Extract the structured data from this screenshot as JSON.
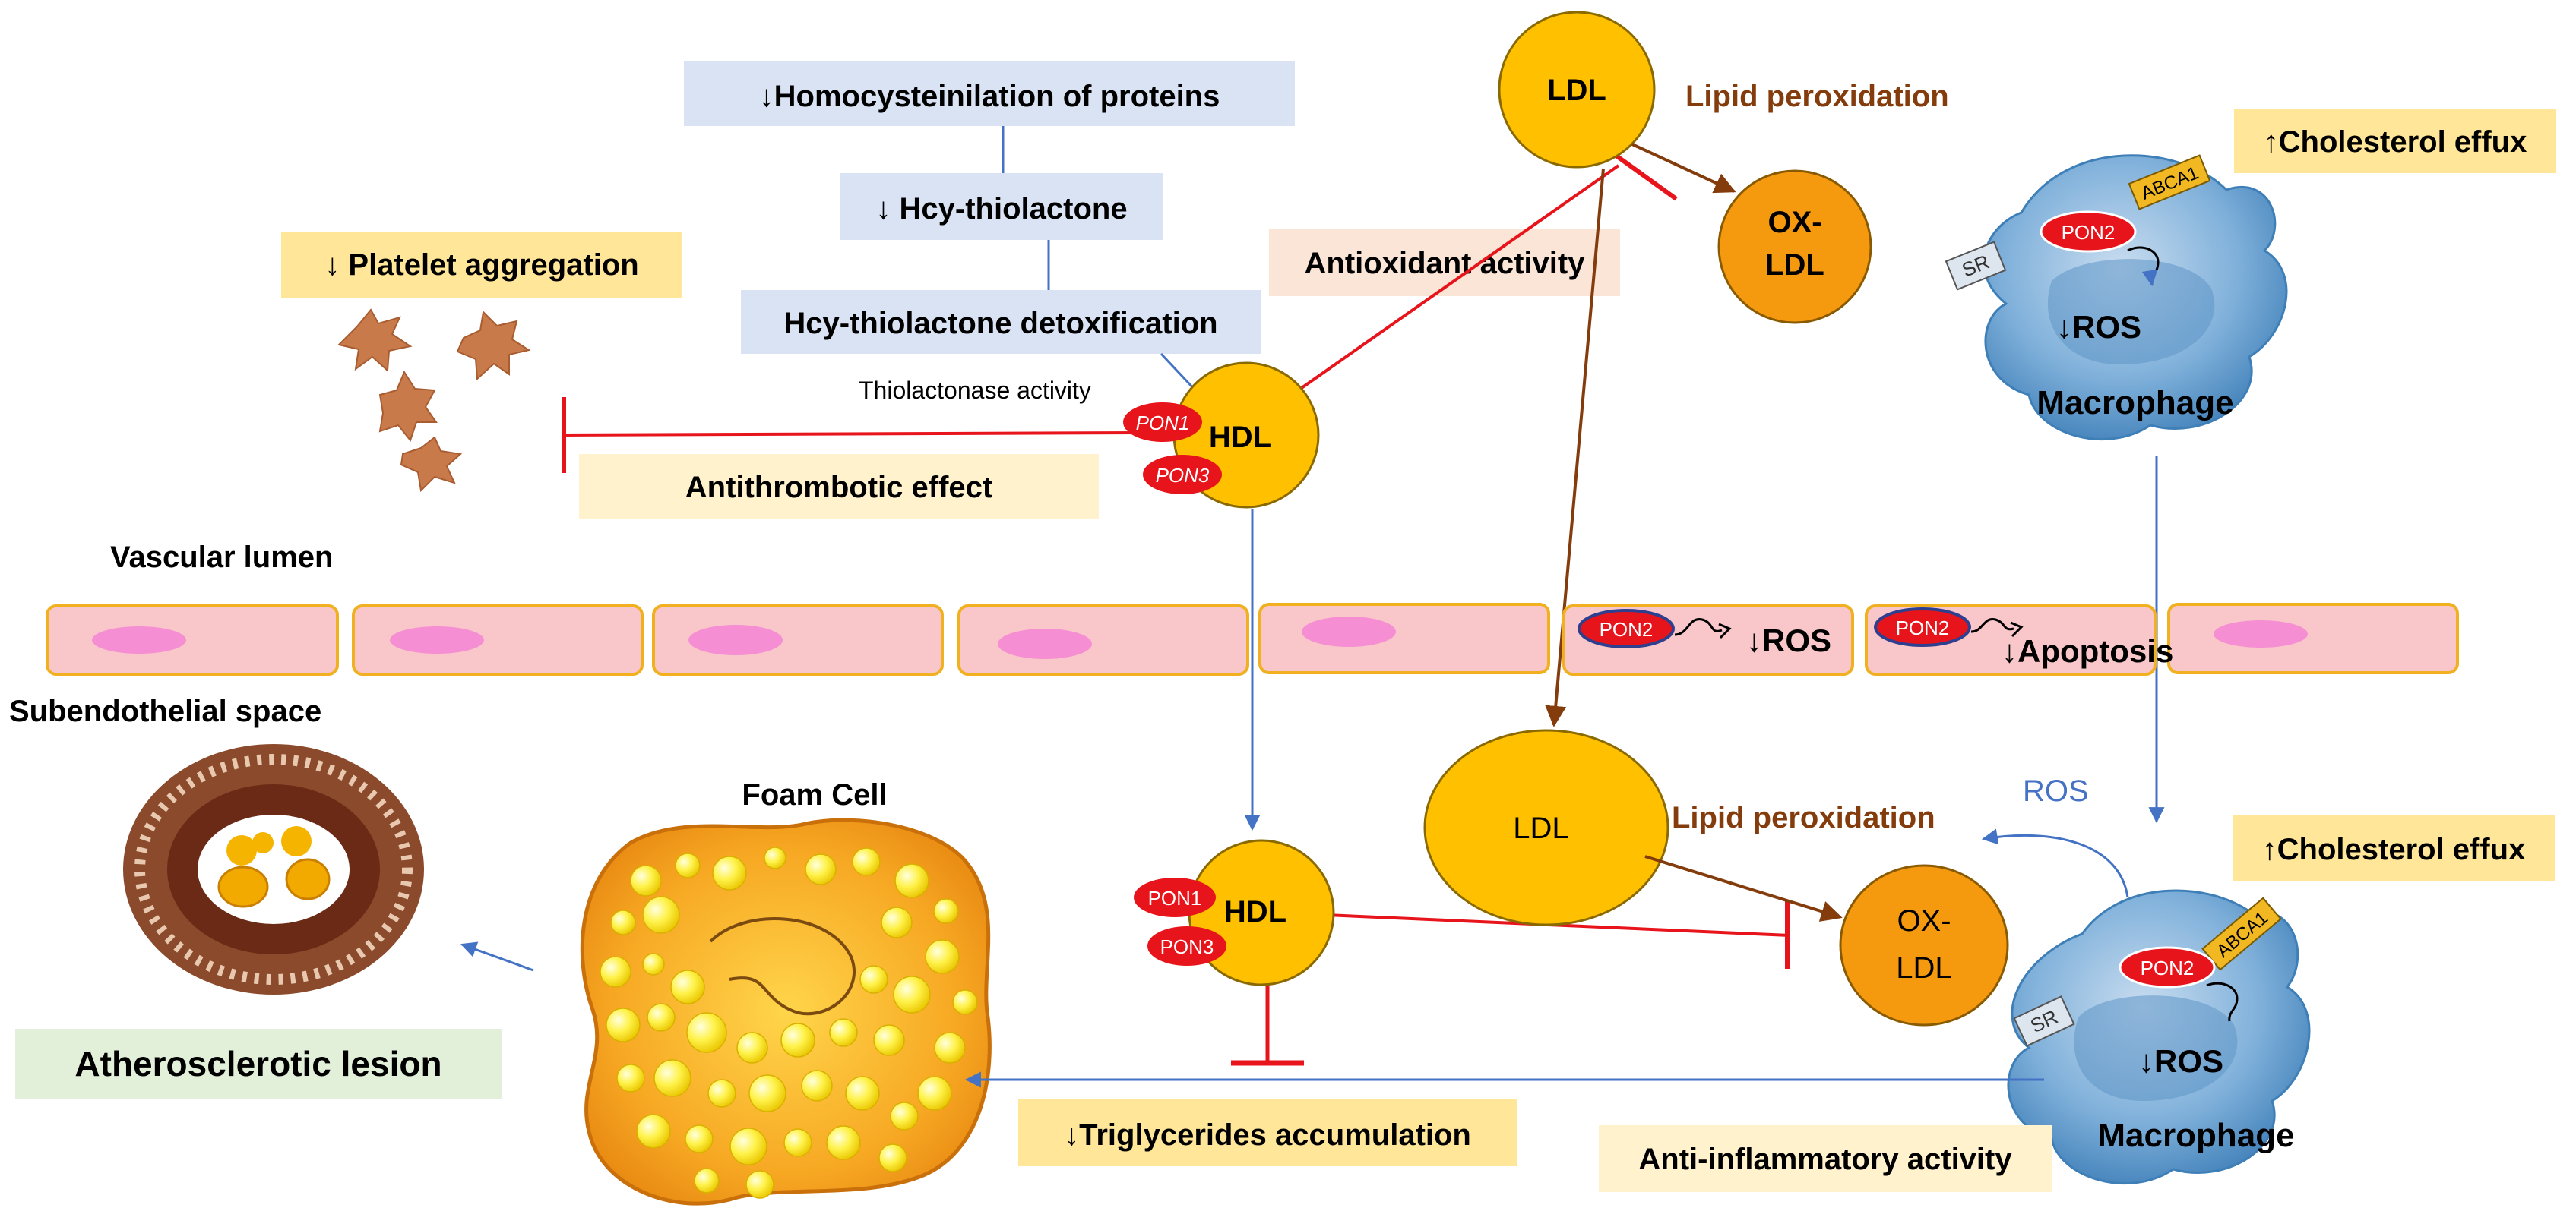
{
  "homocysteinilation_box": "↓Homocysteinilation of proteins",
  "hcy_thiolactone_box": "↓ Hcy-thiolactone",
  "hcy_detox_box": "Hcy-thiolactone detoxification",
  "thiolactonase_label": "Thiolactonase activity",
  "platelet_box": "↓ Platelet aggregation",
  "antithrombotic_box": "Antithrombotic effect",
  "antioxidant_box": "Antioxidant activity",
  "lipid_peroxidation_top": "Lipid peroxidation",
  "lipid_peroxidation_bottom": "Lipid peroxidation",
  "cholesterol_efflux_top": "↑Cholesterol effux",
  "cholesterol_efflux_bottom": "↑Cholesterol effux",
  "vascular_lumen": "Vascular lumen",
  "subendothelial_space": "Subendothelial space",
  "foam_cell": "Foam Cell",
  "atherosclerotic_box": "Atherosclerotic lesion",
  "triglycerides_box": "↓Triglycerides  accumulation",
  "anti_inflammatory_box": "Anti-inflammatory activity",
  "ros_label": "ROS",
  "ldl": "LDL",
  "ox_ldl_line1": "OX-",
  "ox_ldl_line2": "LDL",
  "hdl": "HDL",
  "pon1": "PON1",
  "pon2": "PON2",
  "pon3": "PON3",
  "abca1": "ABCA1",
  "sr": "SR",
  "down_ros": "↓ROS",
  "down_apoptosis": "↓Apoptosis",
  "macrophage": "Macrophage",
  "colors": {
    "blue_box": "#dae3f3",
    "yellow_box": "#ffe699",
    "cream_box": "#fff2cc",
    "peach_box": "#fbe5d6",
    "green_box": "#e2f0d9",
    "lipoprotein": "#ffc000",
    "ox_ldl": "#f59a0f",
    "pon": "#e8141b",
    "inhibit": "#e8141b",
    "blue_arrow": "#4472c4",
    "brown_arrow": "#843c0c",
    "endothelial": "#f9c7c9",
    "nucleus": "#f58ed3",
    "macrophage": "#6ea3cf"
  }
}
